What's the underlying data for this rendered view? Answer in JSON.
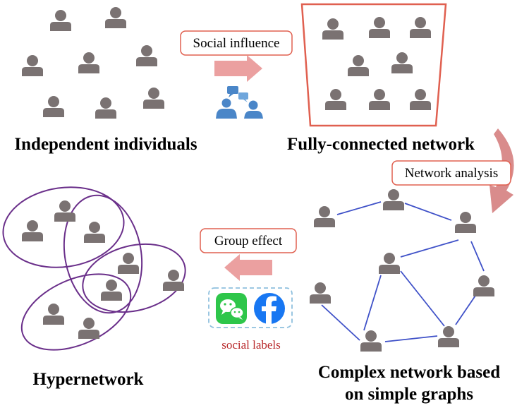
{
  "labels": {
    "independent": "Independent individuals",
    "fully_connected": "Fully-connected network",
    "hypernetwork": "Hypernetwork",
    "complex_line1": "Complex network based",
    "complex_line2": "on simple graphs",
    "social_influence": "Social influence",
    "network_analysis": "Network analysis",
    "group_effect": "Group effect",
    "social_labels": "social labels"
  },
  "colors": {
    "person": "#7a7272",
    "box_border": "#e06050",
    "arrow": "#eba0a0",
    "edge": "#3f51c8",
    "hyperedge": "#6a2f8a",
    "social_labels_text": "#b8282a",
    "dashed_box": "#8fc0de",
    "wechat": "#2ec64a",
    "facebook": "#1877f2",
    "chat_people": "#4a86c8"
  },
  "icons": {
    "person": "person-icon",
    "chat": "chat-people-icon",
    "wechat": "wechat-icon",
    "facebook": "facebook-icon"
  }
}
